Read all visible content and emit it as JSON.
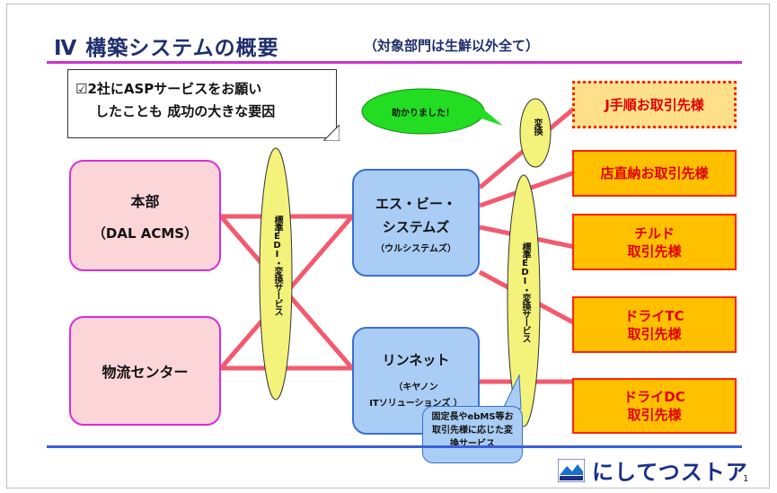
{
  "slide": {
    "title": "Ⅳ 構築システムの概要",
    "subtitle": "（対象部門は生鮮以外全て）",
    "page_number": "1"
  },
  "note": {
    "line1": "☑2社にASPサービスをお願い",
    "line2": "したことも 成功の大きな要因"
  },
  "bubble": {
    "text": "助かりました！"
  },
  "henkan_ellipse": {
    "text": "変換"
  },
  "edi_left": {
    "text": "標準EDI・変換サービス"
  },
  "edi_right": {
    "text": "標準EDI・変換サービス"
  },
  "honbu": {
    "line1": "本部",
    "line2": "（DAL ACMS）"
  },
  "butsuryu": {
    "line1": "物流センター"
  },
  "esp": {
    "line1": "エス・ビー・",
    "line2": "システムズ",
    "line3": "（ウルシステムズ）"
  },
  "rinnet": {
    "line1": "リンネット",
    "line2": "（キヤノン",
    "line3": "ITソリューションズ ）"
  },
  "suppliers": {
    "jtejun": "J手順お取引先様",
    "tenchoku": "店直納お取引先様",
    "chilled_1": "チルド",
    "chilled_2": "取引先様",
    "drytc_1": "ドライTC",
    "drytc_2": "取引先様",
    "drydc_1": "ドライDC",
    "drydc_2": "取引先様"
  },
  "callout": {
    "line1": "固定長やebMS等お",
    "line2": "取引先様に応じた変",
    "line3": "換サービス"
  },
  "logo": {
    "text": "にしてつストア"
  },
  "colors": {
    "title": "#1f2e6e",
    "connector": "#f35a6e",
    "pink_fill": "#fcd5d9",
    "blue_fill": "#a9cdf5",
    "supplier_fill": "#ffc000",
    "supplier_text": "#e00000",
    "ellipse_fill": "#f3f27a",
    "bubble_fill": "#22dd22"
  }
}
